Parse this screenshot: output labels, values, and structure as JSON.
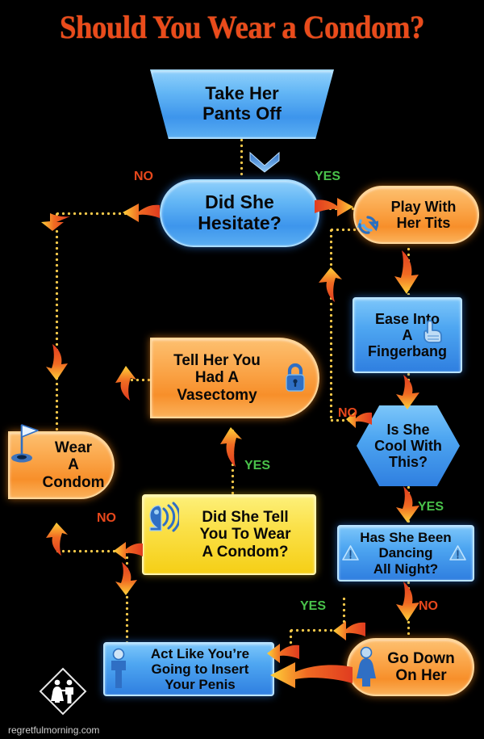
{
  "page": {
    "title": "Should You Wear a Condom?",
    "watermark": "regretfulmorning.com",
    "background_color": "#000000",
    "title_color": "#ea4b1b",
    "yes_color": "#49c24a",
    "no_color": "#e8481c",
    "connector_color": "#f6c94a"
  },
  "nodes": {
    "start": {
      "text": "Take Her\nPants Off",
      "shape": "trapezoid",
      "color": "blue",
      "icon": ""
    },
    "hesitate": {
      "text": "Did She\nHesitate?",
      "shape": "pill",
      "color": "blue",
      "icon": ""
    },
    "tits": {
      "text": "Play With\nHer Tits",
      "shape": "pill",
      "color": "orange",
      "icon": "refresh-icon"
    },
    "fingerbang": {
      "text": "Ease Into\nA\nFingerbang",
      "shape": "rect",
      "color": "blue",
      "icon": "pointing-hand-icon"
    },
    "cool": {
      "text": "Is She\nCool With\nThis?",
      "shape": "hexagon",
      "color": "blue",
      "icon": ""
    },
    "dancing": {
      "text": "Has She Been\nDancing\nAll Night?",
      "shape": "rect",
      "color": "blue",
      "icon": "warning-triangle-icon"
    },
    "godown": {
      "text": "Go Down\nOn Her",
      "shape": "pill",
      "color": "orange",
      "icon": "female-figure-icon"
    },
    "act": {
      "text": "Act Like You’re\nGoing to Insert\nYour Penis",
      "shape": "rect",
      "color": "blue",
      "icon": "male-figure-icon"
    },
    "tellyou": {
      "text": "Did She Tell\nYou To Wear\nA Condom?",
      "shape": "rect",
      "color": "yellow",
      "icon": "speaker-icon"
    },
    "vasectomy": {
      "text": "Tell Her You\nHad A\nVasectomy",
      "shape": "pill-right",
      "color": "orange",
      "icon": "lock-icon"
    },
    "wear": {
      "text": "Wear\nA\nCondom",
      "shape": "pill-right",
      "color": "orange",
      "icon": "golf-flag-icon"
    }
  },
  "node_lines": {
    "start": [
      "Take Her",
      "Pants Off"
    ],
    "hesitate": [
      "Did She",
      "Hesitate?"
    ],
    "tits": [
      "Play With",
      "Her Tits"
    ],
    "fingerbang": [
      "Ease Into",
      "A",
      "Fingerbang"
    ],
    "cool": [
      "Is She",
      "Cool With",
      "This?"
    ],
    "dancing": [
      "Has She Been",
      "Dancing",
      "All Night?"
    ],
    "godown": [
      "Go Down",
      "On Her"
    ],
    "act": [
      "Act Like You’re",
      "Going to Insert",
      "Your Penis"
    ],
    "tellyou": [
      "Did She Tell",
      "You To Wear",
      "A Condom?"
    ],
    "vasectomy": [
      "Tell Her You",
      "Had A",
      "Vasectomy"
    ],
    "wear": [
      "Wear",
      "A",
      "Condom"
    ]
  },
  "edge_labels": {
    "hesitate_no": "NO",
    "hesitate_yes": "YES",
    "cool_no": "NO",
    "cool_yes": "YES",
    "dancing_yes": "YES",
    "dancing_no": "NO",
    "tellyou_no": "NO",
    "tellyou_yes": "YES"
  },
  "flow": [
    {
      "from": "start",
      "to": "hesitate",
      "label": ""
    },
    {
      "from": "hesitate",
      "to": "wear",
      "label": "NO"
    },
    {
      "from": "hesitate",
      "to": "tits",
      "label": "YES"
    },
    {
      "from": "tits",
      "to": "fingerbang",
      "label": ""
    },
    {
      "from": "fingerbang",
      "to": "cool",
      "label": ""
    },
    {
      "from": "cool",
      "to": "tits",
      "label": "NO"
    },
    {
      "from": "cool",
      "to": "dancing",
      "label": "YES"
    },
    {
      "from": "dancing",
      "to": "act",
      "label": "YES"
    },
    {
      "from": "dancing",
      "to": "godown",
      "label": "NO"
    },
    {
      "from": "godown",
      "to": "act",
      "label": ""
    },
    {
      "from": "tellyou",
      "to": "vasectomy",
      "label": "YES"
    },
    {
      "from": "tellyou",
      "to": "wear",
      "label": "NO"
    },
    {
      "from": "act",
      "to": "tellyou",
      "label": ""
    }
  ]
}
